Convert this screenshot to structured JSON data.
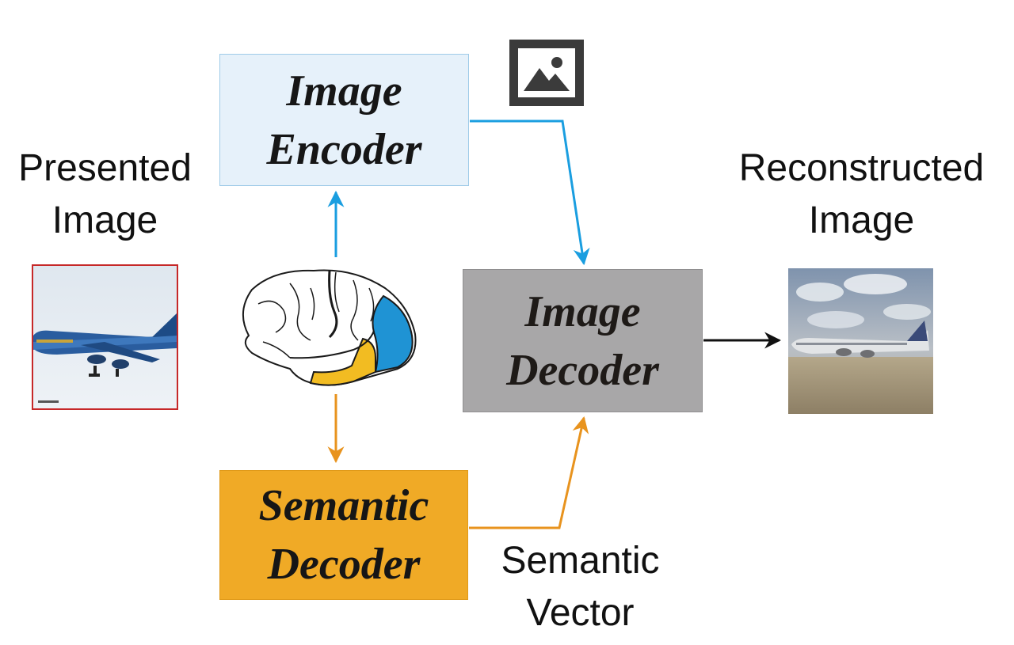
{
  "presented_image_label": [
    "Presented",
    "Image"
  ],
  "reconstructed_image_label": [
    "Reconstructed",
    "Image"
  ],
  "image_encoder": [
    "Image",
    "Encoder"
  ],
  "image_decoder": [
    "Image",
    "Decoder"
  ],
  "semantic_decoder": [
    "Semantic",
    "Decoder"
  ],
  "semantic_vector_label": [
    "Semantic",
    "Vector"
  ],
  "colors": {
    "encoder_path": "#1a9ee0",
    "semantic_path": "#e8931e",
    "output_arrow": "#111111",
    "encoder_fill": "#e6f1fa",
    "decoder_fill": "#a8a7a8",
    "semantic_fill": "#f0aa26"
  },
  "icons": [
    "image-icon",
    "brain-icon",
    "airplane-photo",
    "reconstructed-airplane-photo"
  ]
}
